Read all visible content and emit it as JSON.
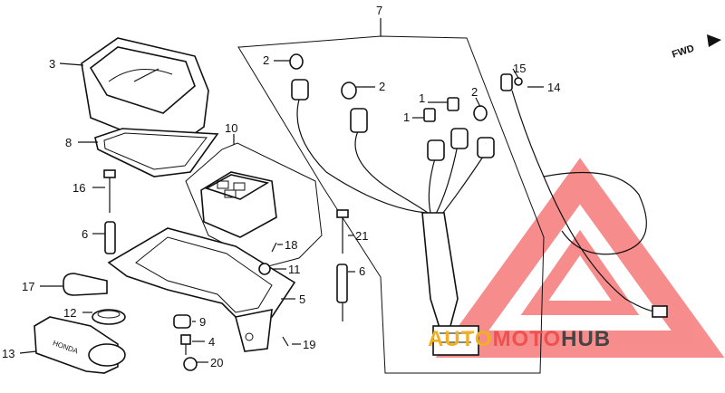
{
  "callouts": [
    {
      "num": "1",
      "at": "connector-clip-top"
    },
    {
      "num": "1",
      "at": "connector-clip-left"
    },
    {
      "num": "2",
      "at": "bulb-socket-top-left"
    },
    {
      "num": "2",
      "at": "bulb-socket-middle"
    },
    {
      "num": "2",
      "at": "bulb-socket-right"
    },
    {
      "num": "3",
      "at": "speedometer"
    },
    {
      "num": "4",
      "at": "bolt"
    },
    {
      "num": "5",
      "at": "mounting-bracket"
    },
    {
      "num": "6",
      "at": "spacer-collar-left"
    },
    {
      "num": "6",
      "at": "spacer-collar-right"
    },
    {
      "num": "7",
      "at": "wire-harness"
    },
    {
      "num": "8",
      "at": "gasket"
    },
    {
      "num": "9",
      "at": "rubber-grommet"
    },
    {
      "num": "10",
      "at": "indicator-box"
    },
    {
      "num": "11",
      "at": "nut"
    },
    {
      "num": "12",
      "at": "rubber-ring"
    },
    {
      "num": "13",
      "at": "meter-cover"
    },
    {
      "num": "14",
      "at": "speedometer-cable"
    },
    {
      "num": "15",
      "at": "cable-clip"
    },
    {
      "num": "16",
      "at": "long-bolt"
    },
    {
      "num": "17",
      "at": "clamp"
    },
    {
      "num": "18",
      "at": "screw"
    },
    {
      "num": "19",
      "at": "small-screw"
    },
    {
      "num": "20",
      "at": "washer-nut"
    },
    {
      "num": "21",
      "at": "stud-bolt"
    }
  ],
  "fwd_label": "FWD",
  "cover_emblem": "HONDA",
  "watermark": {
    "part1": "AUTO",
    "part2": "MOTO",
    "part3": "HUB",
    "color1": "#f0b020",
    "color2": "#f05050",
    "color3": "#444444",
    "triangle_color": "#f03030"
  }
}
